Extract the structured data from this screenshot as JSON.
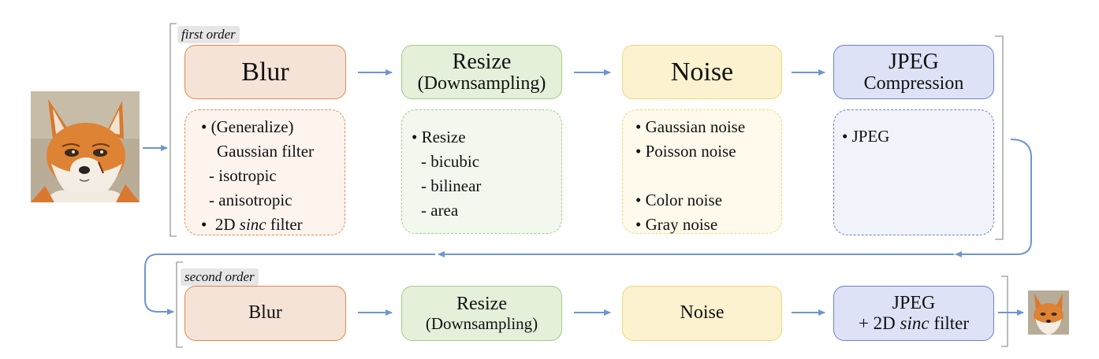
{
  "first_order": {
    "label": "first order",
    "blur": {
      "title": "Blur"
    },
    "resize": {
      "title": "Resize",
      "subtitle": "(Downsampling)"
    },
    "noise": {
      "title": "Noise"
    },
    "jpeg": {
      "title": "JPEG",
      "subtitle": "Compression"
    },
    "blur_detail": {
      "b1": "•  (Generalize)",
      "b1b": "Gaussian filter",
      "b2": "- isotropic",
      "b3": "- anisotropic",
      "b4_pre": "•  2D ",
      "b4_em": "sinc",
      "b4_post": " filter"
    },
    "resize_detail": {
      "r1": "•  Resize",
      "r2": "- bicubic",
      "r3": "- bilinear",
      "r4": "- area"
    },
    "noise_detail": {
      "n1": "•  Gaussian noise",
      "n2": "•  Poisson noise",
      "n3": "•  Color noise",
      "n4": "•  Gray noise"
    },
    "jpeg_detail": {
      "j1": "•  JPEG"
    }
  },
  "second_order": {
    "label": "second order",
    "blur": {
      "title": "Blur"
    },
    "resize": {
      "title": "Resize",
      "subtitle": "(Downsampling)"
    },
    "noise": {
      "title": "Noise"
    },
    "jpeg": {
      "title": "JPEG",
      "subtitle_pre": "+ 2D ",
      "subtitle_em": "sinc",
      "subtitle_post": " filter"
    }
  },
  "colors": {
    "arrow": "#6f95cf",
    "blur": "#e08a4e",
    "resize": "#9fcd85",
    "noise": "#f2d57a",
    "jpeg": "#6c7fd1"
  },
  "icons": {
    "input_image": "fox-portrait-icon",
    "output_image": "small-fox-portrait-icon"
  }
}
